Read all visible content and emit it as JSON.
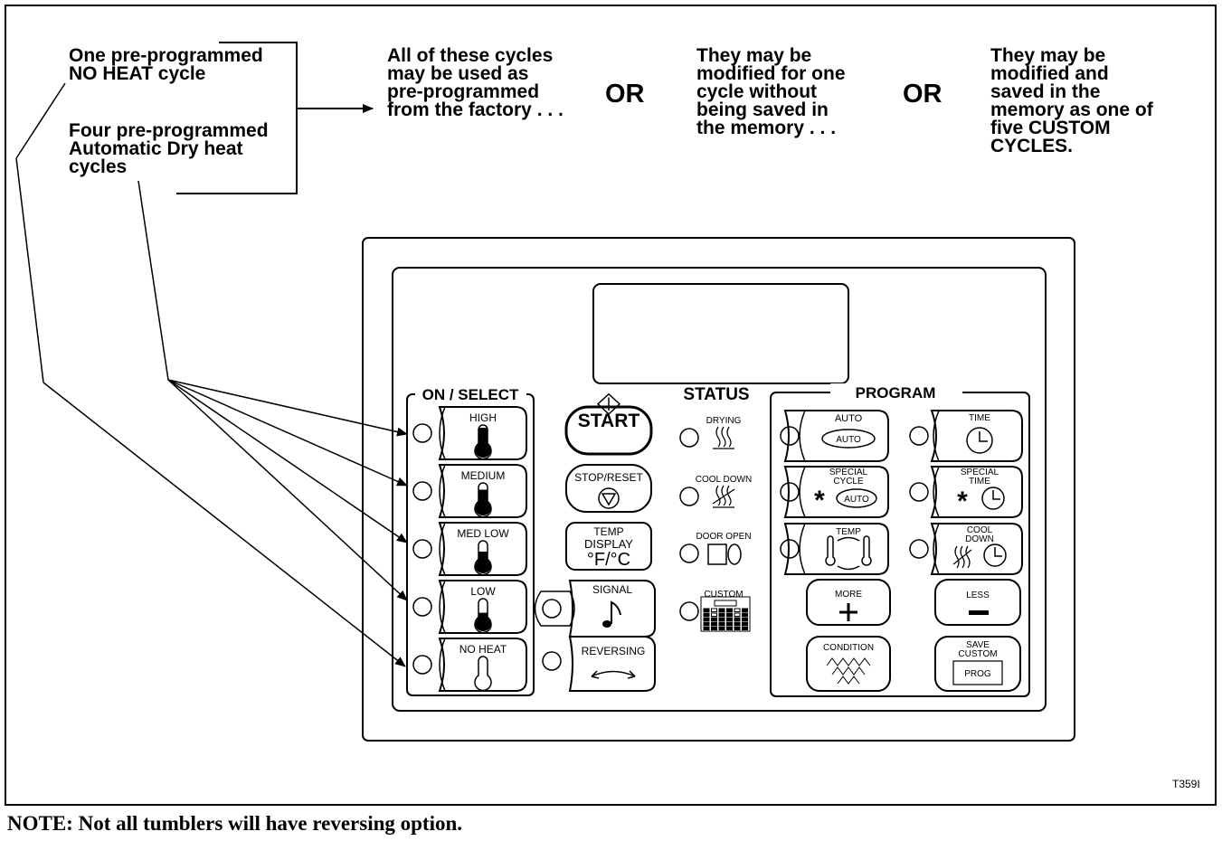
{
  "callouts": {
    "no_heat": [
      "One pre-programmed",
      "NO HEAT cycle"
    ],
    "auto_dry": [
      "Four pre-programmed",
      "Automatic Dry heat",
      "cycles"
    ],
    "factory": [
      "All of these cycles",
      "may be used as",
      "pre-programmed",
      "from the factory . . ."
    ],
    "or1": "OR",
    "modified": [
      "They may be",
      "modified for one",
      "cycle without",
      "being saved in",
      "the memory . . ."
    ],
    "or2": "OR",
    "saved": [
      "They may be",
      "modified and",
      "saved in the",
      "memory as one of",
      "five CUSTOM",
      "CYCLES."
    ]
  },
  "panel": {
    "on_select_title": "ON / SELECT",
    "status_title": "STATUS",
    "program_title": "PROGRAM",
    "heat_buttons": [
      "HIGH",
      "MEDIUM",
      "MED LOW",
      "LOW",
      "NO HEAT"
    ],
    "heat_levels": [
      1.0,
      0.75,
      0.5,
      0.3,
      0
    ],
    "start": "START",
    "stop_reset": "STOP/RESET",
    "temp_display": [
      "TEMP",
      "DISPLAY",
      "°F/°C"
    ],
    "signal": "SIGNAL",
    "reversing": "REVERSING",
    "status": [
      "DRYING",
      "COOL DOWN",
      "DOOR OPEN",
      "CUSTOM"
    ],
    "program": {
      "auto": "AUTO",
      "auto_inner": "AUTO",
      "time": "TIME",
      "special_cycle": [
        "SPECIAL",
        "CYCLE"
      ],
      "special_cycle_inner": "AUTO",
      "special_time": [
        "SPECIAL",
        "TIME"
      ],
      "temp": "TEMP",
      "cool_down": [
        "COOL",
        "DOWN"
      ],
      "more": "MORE",
      "less": "LESS",
      "condition": "CONDITION",
      "save_custom": [
        "SAVE",
        "CUSTOM"
      ],
      "prog": "PROG"
    }
  },
  "figure_code": "T359I",
  "note": "NOTE: Not all tumblers will have reversing option."
}
